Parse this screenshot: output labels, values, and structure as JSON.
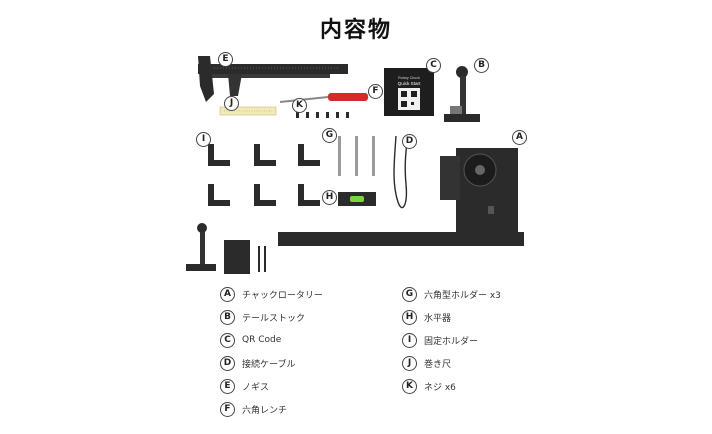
{
  "title": "内容物",
  "items": [
    {
      "letter": "A",
      "label": "チャックロータリー"
    },
    {
      "letter": "B",
      "label": "テールストック"
    },
    {
      "letter": "C",
      "label": "QR Code"
    },
    {
      "letter": "D",
      "label": "接続ケーブル"
    },
    {
      "letter": "E",
      "label": "ノギス"
    },
    {
      "letter": "F",
      "label": "六角レンチ"
    },
    {
      "letter": "G",
      "label": "六角型ホルダー x3"
    },
    {
      "letter": "H",
      "label": "水平器"
    },
    {
      "letter": "I",
      "label": "固定ホルダー"
    },
    {
      "letter": "J",
      "label": "巻き尺"
    },
    {
      "letter": "K",
      "label": "ネジ x6"
    }
  ],
  "qr_card": {
    "line1": "Rotary Chuck",
    "line2": "Quick Start"
  },
  "colors": {
    "product_dark": "#2b2b2b",
    "handle_red": "#d42a2a",
    "level_green": "#7bd43a",
    "tape_yellow": "#f2e9b8"
  }
}
